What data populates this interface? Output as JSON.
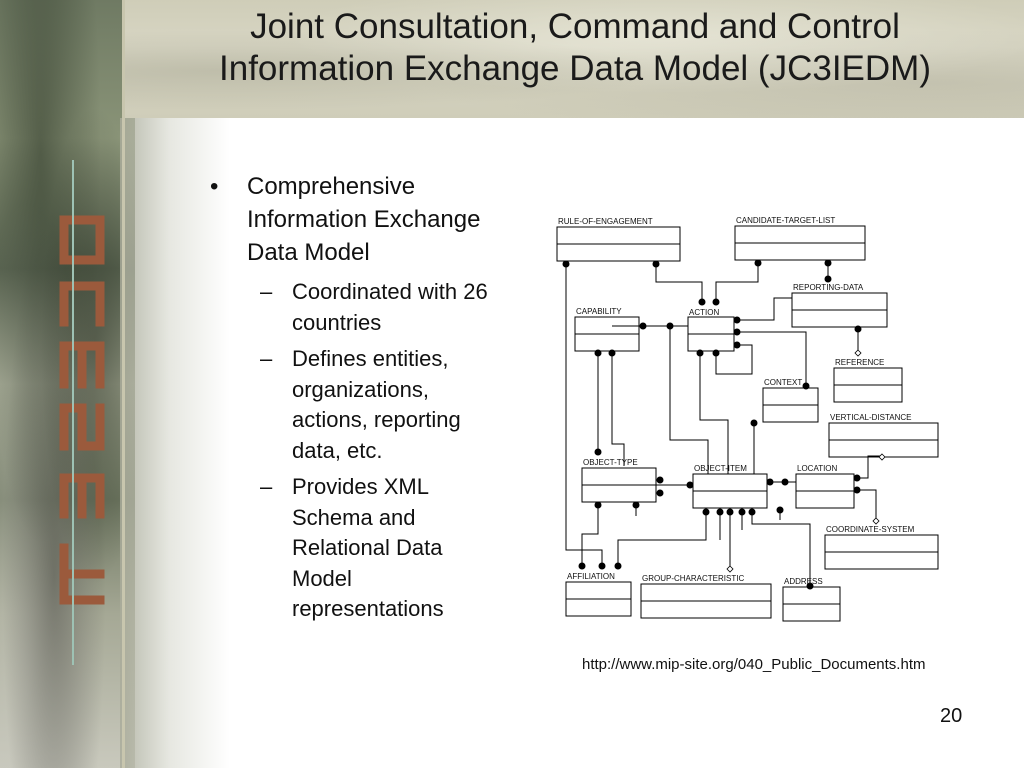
{
  "slide": {
    "title_line1": "Joint Consultation, Command and Control",
    "title_line2": "Information Exchange Data Model (JC3IEDM)",
    "page_number": "20",
    "source_url": "http://www.mip-site.org/040_Public_Documents.htm"
  },
  "bullets": {
    "main": "Comprehensive Information Exchange Data Model",
    "subs": [
      "Coordinated with 26 countries",
      "Defines entities, organizations, actions, reporting data, etc.",
      "Provides XML Schema and Relational Data Model representations"
    ]
  },
  "banner": {
    "glyphs": [
      "o",
      "n",
      "e",
      "s",
      "a",
      "f"
    ]
  },
  "diagram": {
    "entities": {
      "rule_of_engagement": "RULE-OF-ENGAGEMENT",
      "candidate_target_list": "CANDIDATE-TARGET-LIST",
      "reporting_data": "REPORTING-DATA",
      "capability": "CAPABILITY",
      "action": "ACTION",
      "reference": "REFERENCE",
      "context": "CONTEXT",
      "vertical_distance": "VERTICAL-DISTANCE",
      "object_type": "OBJECT-TYPE",
      "object_item": "OBJECT-ITEM",
      "location": "LOCATION",
      "coordinate_system": "COORDINATE-SYSTEM",
      "affiliation": "AFFILIATION",
      "group_characteristic": "GROUP-CHARACTERISTIC",
      "address": "ADDRESS"
    }
  },
  "colors": {
    "banner_dark": "#5c6753",
    "glyph_red": "#9b5a3c",
    "accent_line": "#9ec2b4"
  }
}
